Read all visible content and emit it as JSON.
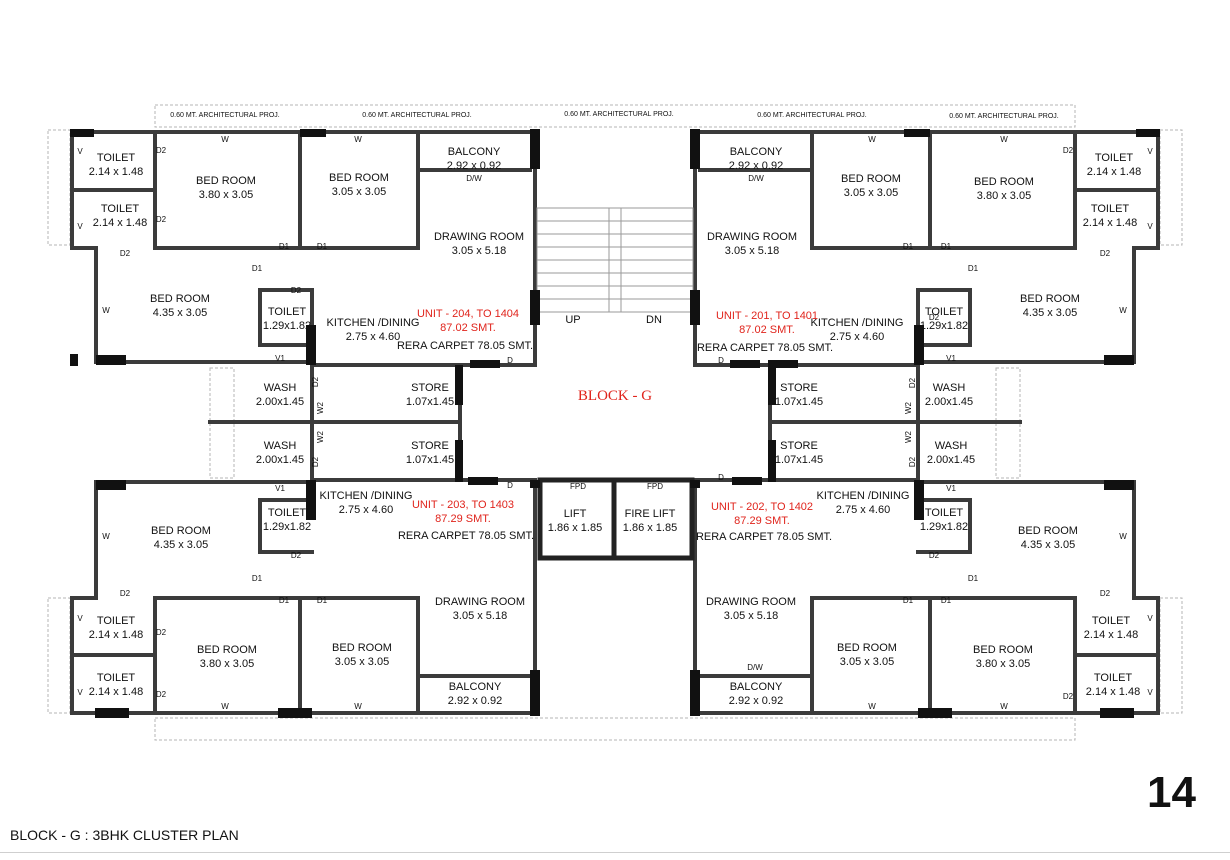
{
  "block_label": "BLOCK - G",
  "page_number": "14",
  "footer_title": "BLOCK - G : 3BHK CLUSTER PLAN",
  "projection_note": "0.60 MT. ARCHITECTURAL PROJ.",
  "stair": {
    "up": "UP",
    "dn": "DN"
  },
  "core": {
    "lift": {
      "name": "LIFT",
      "size": "1.86 x 1.85"
    },
    "fire_lift": {
      "name": "FIRE LIFT",
      "size": "1.86 x 1.85"
    },
    "fpd": "FPD"
  },
  "units": {
    "tl": {
      "title": "UNIT - 204, TO 1404",
      "area": "87.02 SMT.",
      "carpet": "RERA CARPET 78.05 SMT."
    },
    "tr": {
      "title": "UNIT - 201, TO 1401",
      "area": "87.02 SMT.",
      "carpet": "RERA CARPET 78.05 SMT."
    },
    "bl": {
      "title": "UNIT - 203, TO 1403",
      "area": "87.29 SMT.",
      "carpet": "RERA CARPET 78.05 SMT."
    },
    "br": {
      "title": "UNIT - 202, TO 1402",
      "area": "87.29 SMT.",
      "carpet": "RERA CARPET 78.05 SMT."
    }
  },
  "rooms": {
    "toilet": "TOILET",
    "bed_room": "BED ROOM",
    "drawing_room": "DRAWING ROOM",
    "kitchen": "KITCHEN /DINING",
    "balcony": "BALCONY",
    "wash": "WASH",
    "store": "STORE"
  },
  "sizes": {
    "toilet_a": "2.14 x 1.48",
    "toilet_b": "1.29x1.82",
    "bed_master": "3.80 x 3.05",
    "bed_2": "3.05 x 3.05",
    "bed_3": "4.35 x 3.05",
    "drawing": "3.05 x 5.18",
    "kitchen": "2.75 x 4.60",
    "balcony": "2.92 x 0.92",
    "wash": "2.00x1.45",
    "store": "1.07x1.45"
  },
  "tags": {
    "w": "W",
    "d": "D",
    "d1": "D1",
    "d2": "D2",
    "v": "V",
    "v1": "V1",
    "w2": "W2",
    "dw": "D/W"
  }
}
